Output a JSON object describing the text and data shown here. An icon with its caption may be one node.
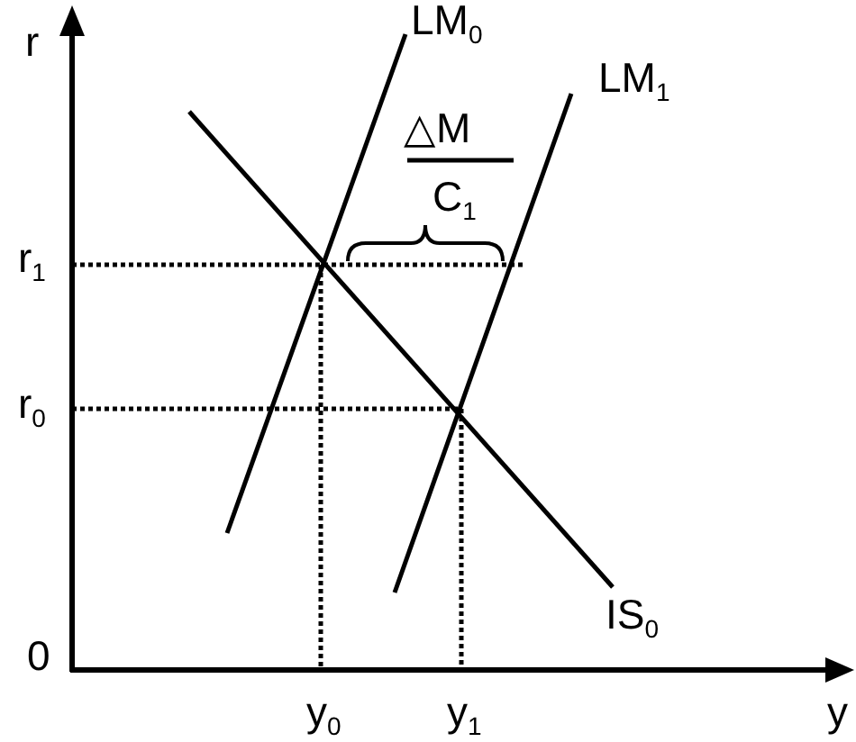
{
  "diagram": {
    "labels": [
      "r",
      "LM$_{0}$",
      "LM$_{1}$",
      "△M",
      "C$_{1}$",
      "r$_{1}$",
      "r$_{0}$",
      "IS$_{0}$",
      "0",
      "y$_{0}$",
      "y$_{1}$",
      "y"
    ]
  }
}
